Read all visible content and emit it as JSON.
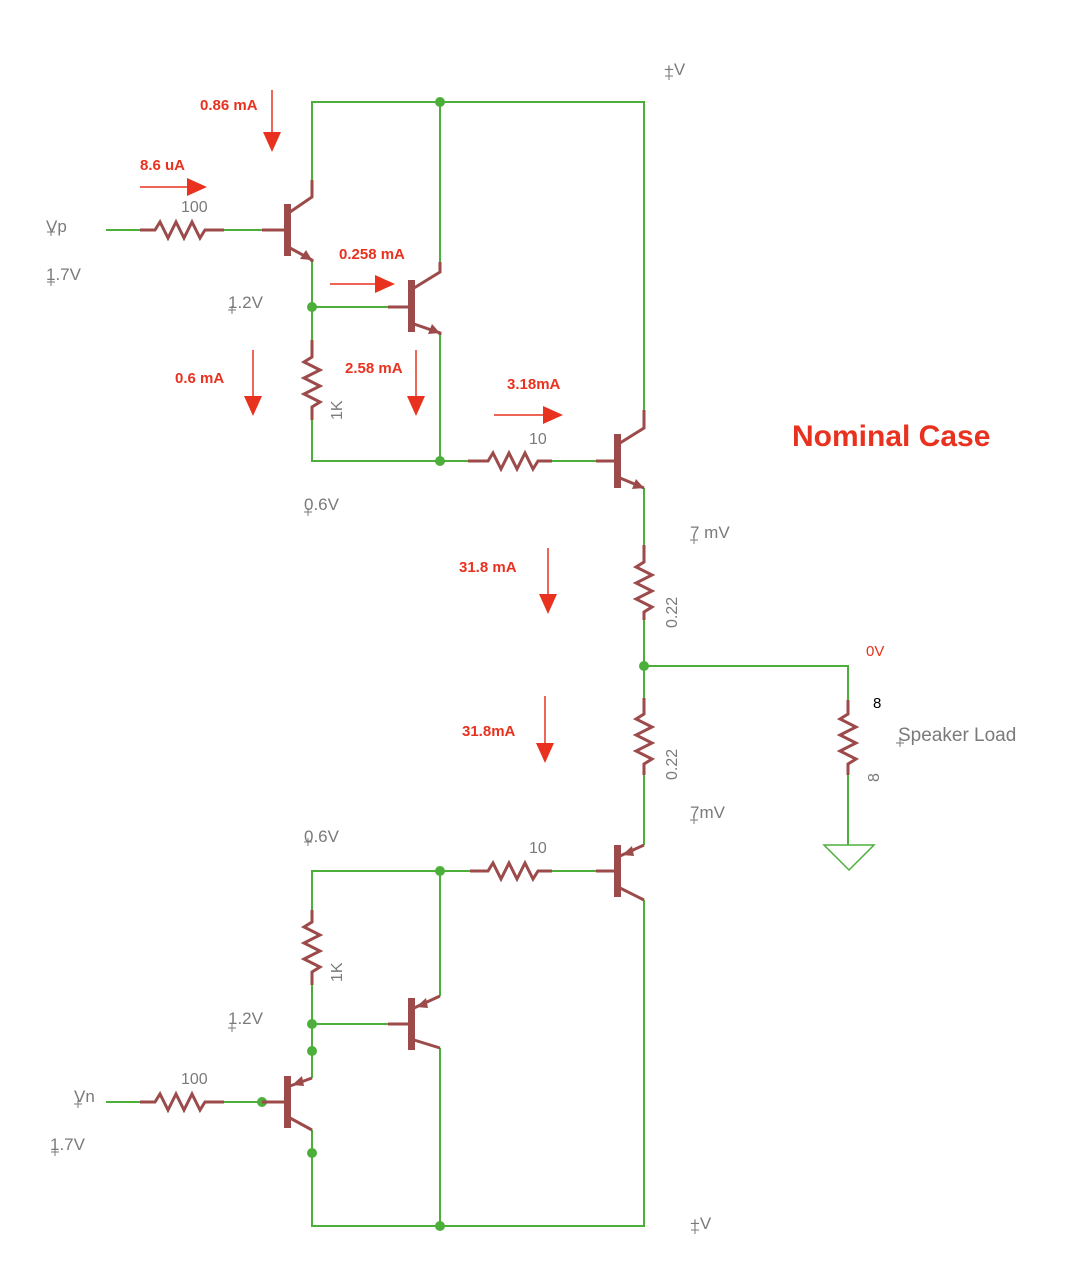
{
  "title": "Nominal Case",
  "supply": {
    "top_rail": "+V",
    "bottom_rail": "+V"
  },
  "inputs": {
    "vp_label": "Vp",
    "vp_voltage": "1.7V",
    "vn_label": "Vn",
    "vn_voltage": "1.7V"
  },
  "node_voltages": {
    "upper_base_node": "1.2V",
    "upper_driver_node": "0.6V",
    "upper_emitter": "7 mV",
    "output": "0V",
    "lower_emitter": "7mV",
    "lower_driver_node": "0.6V",
    "lower_base_node": "1.2V"
  },
  "component_values": {
    "r_in_upper": "100",
    "r_bias_upper": "1K",
    "r_base_upper": "10",
    "r_emitter_upper": "0.22",
    "r_emitter_lower": "0.22",
    "r_base_lower": "10",
    "r_bias_lower": "1K",
    "r_in_lower": "100",
    "speaker_value": "8",
    "speaker_value_rotated": "8",
    "speaker_label": "Speaker Load"
  },
  "currents": {
    "i_collector_q1": "0.86 mA",
    "i_base_q1": "8.6 uA",
    "i_base_q2": "0.258 mA",
    "i_bias_resistor": "0.6 mA",
    "i_q2_emitter": "2.58 mA",
    "i_output_base": "3.18mA",
    "i_upper_emitter": "31.8 mA",
    "i_lower_emitter": "31.8mA"
  }
}
